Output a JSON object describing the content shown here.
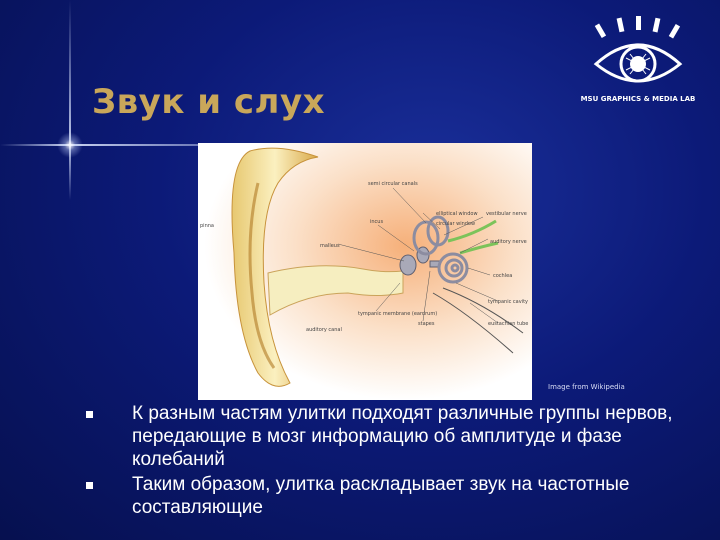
{
  "slide": {
    "title": "Звук и слух",
    "logo": {
      "name": "eye-logo",
      "caption": "MSU GRAPHICS & MEDIA LAB"
    },
    "figure": {
      "name": "ear-anatomy-diagram",
      "labels": {
        "semi_circular_canals": "semi circular canals",
        "oval_window": "elliptical window",
        "circular_window": "circular window",
        "vestibular_nerve": "vestibular nerve",
        "auditory_nerve": "auditory nerve",
        "cochlea": "cochlea",
        "pinna": "pinna",
        "malleus": "malleus",
        "incus": "incus",
        "tympanic_membrane": "tympanic membrane (eardrum)",
        "tympanic_cavity": "tympanic cavity",
        "eustachian_tube": "eustachian tube",
        "stapes": "stapes",
        "auditory_canal": "auditory canal"
      }
    },
    "credit": "Image from Wikipedia",
    "bullets": [
      "К разным частям улитки подходят различные группы нервов, передающие в мозг информацию об амплитуде и фазе колебаний",
      "Таким образом, улитка раскладывает звук на частотные составляющие"
    ]
  }
}
